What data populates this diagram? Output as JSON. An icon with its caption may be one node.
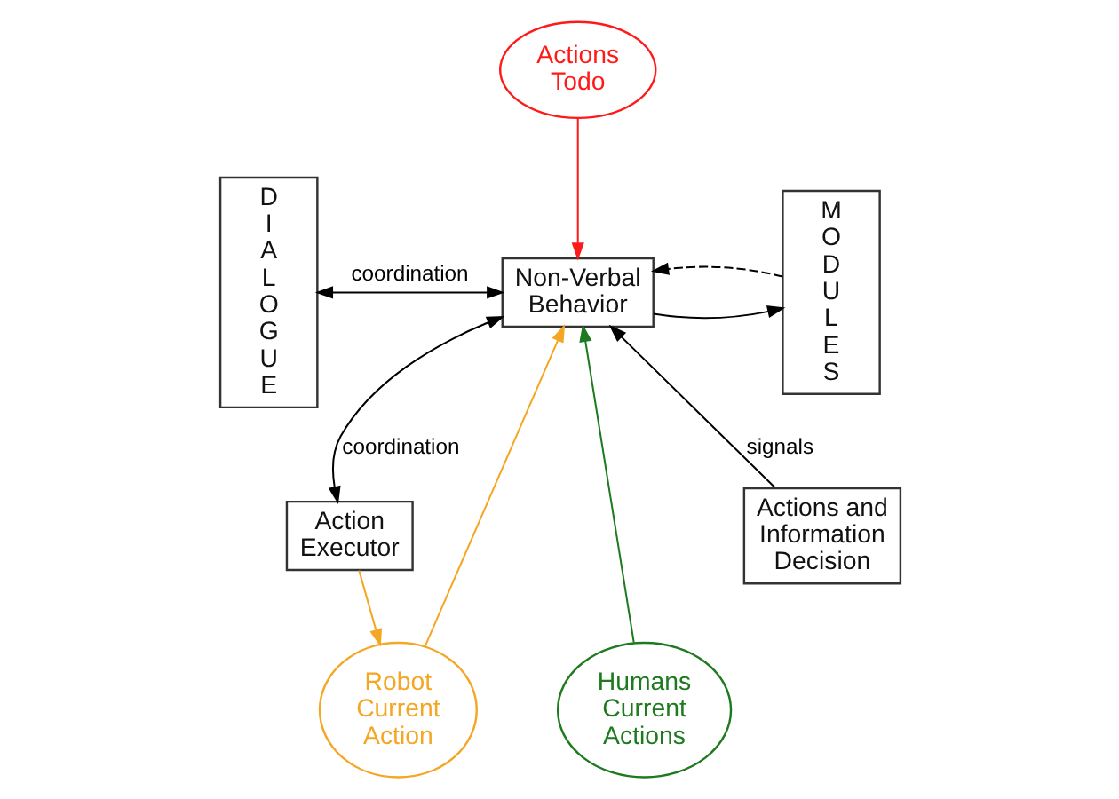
{
  "diagram": {
    "nodes": [
      {
        "text": [
          "DIALOGUE"
        ]
      },
      {
        "text": [
          "Actions Todo"
        ]
      },
      {
        "text": [
          "Non-Verbal Behavior"
        ]
      },
      {
        "text": [
          "MODULES"
        ]
      },
      {
        "text": [
          "Humans Current Actions"
        ]
      },
      {
        "text": [
          "Robot Current Action"
        ]
      },
      {
        "text": [
          "Actions and Information Decision"
        ]
      },
      {
        "text": [
          "Action Executor"
        ]
      }
    ],
    "edges": [
      {
        "from": 0,
        "to": 2,
        "arrow": "both",
        "label": "coordination"
      },
      {
        "from": 1,
        "to": 2,
        "arrow": "to",
        "color": "#ff1a1a"
      },
      {
        "from": 2,
        "to": 3,
        "arrow": "to"
      },
      {
        "from": 3,
        "to": 2,
        "arrow": "to",
        "style": "dashed"
      },
      {
        "from": 4,
        "to": 2,
        "arrow": "to",
        "color": "#1e7a1e"
      },
      {
        "from": 5,
        "to": 2,
        "arrow": "to",
        "color": "#f5a623"
      },
      {
        "from": 6,
        "to": 2,
        "arrow": "to",
        "label": "signals"
      },
      {
        "from": 2,
        "to": 7,
        "arrow": "both",
        "label": "coordination"
      },
      {
        "from": 7,
        "to": 5,
        "arrow": "to",
        "color": "#f5a623"
      }
    ]
  }
}
